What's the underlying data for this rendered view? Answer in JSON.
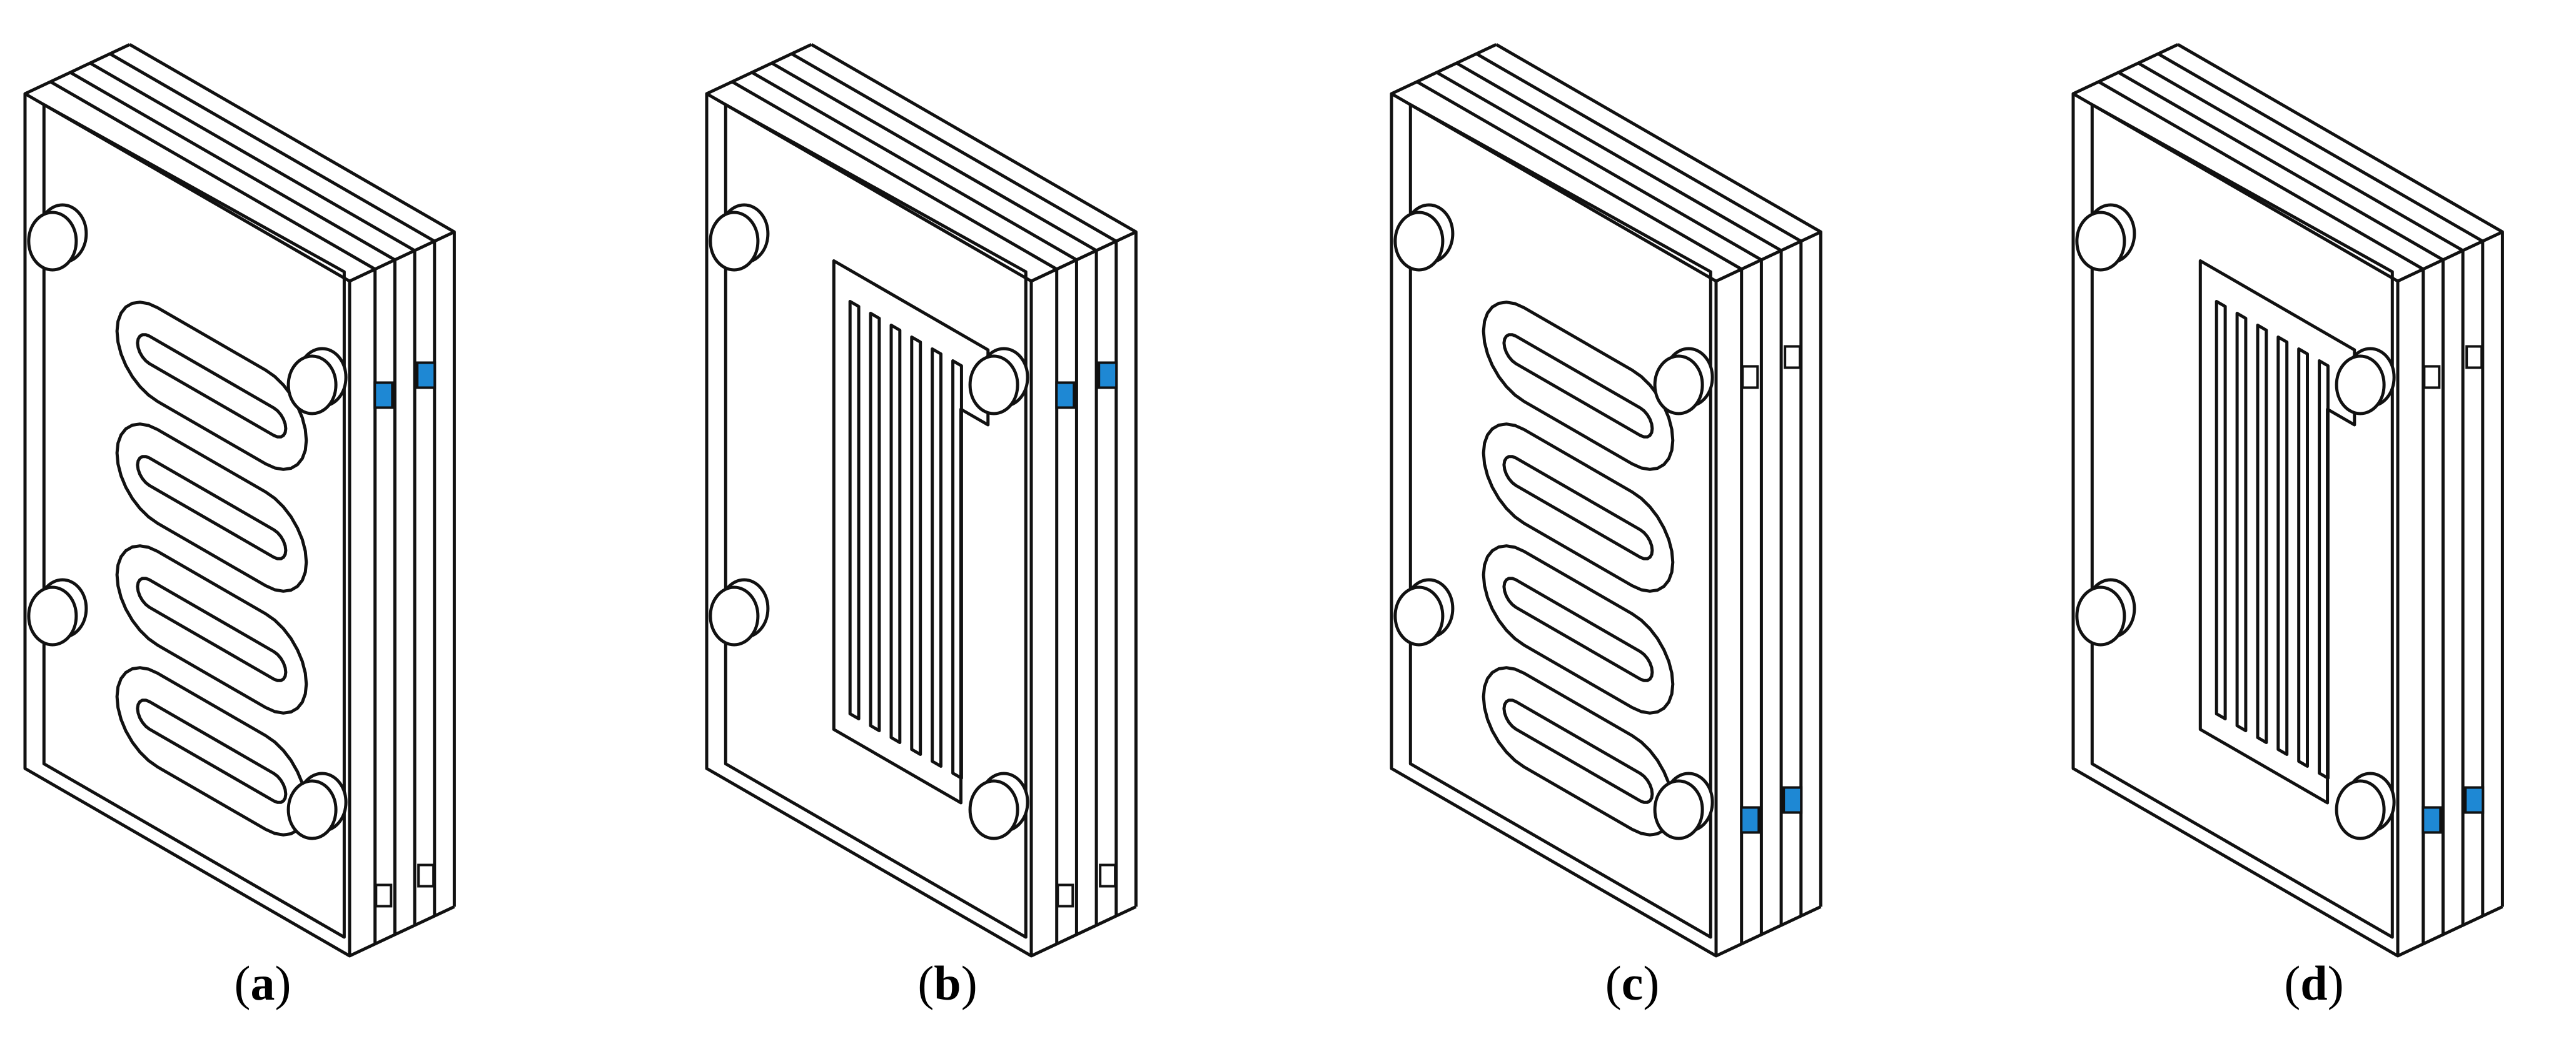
{
  "panels": [
    {
      "id": "a",
      "caption_open": "(",
      "caption_letter": "a",
      "caption_close": ")",
      "channel": "serpentine",
      "port_side": "top"
    },
    {
      "id": "b",
      "caption_open": "(",
      "caption_letter": "b",
      "caption_close": ")",
      "channel": "parallel",
      "port_side": "top"
    },
    {
      "id": "c",
      "caption_open": "(",
      "caption_letter": "c",
      "caption_close": ")",
      "channel": "serpentine",
      "port_side": "bottom"
    },
    {
      "id": "d",
      "caption_open": "(",
      "caption_letter": "d",
      "caption_close": ")",
      "channel": "parallel",
      "port_side": "bottom"
    }
  ],
  "colors": {
    "line": "#111111",
    "port": "#1e88d4",
    "background": "#ffffff"
  }
}
